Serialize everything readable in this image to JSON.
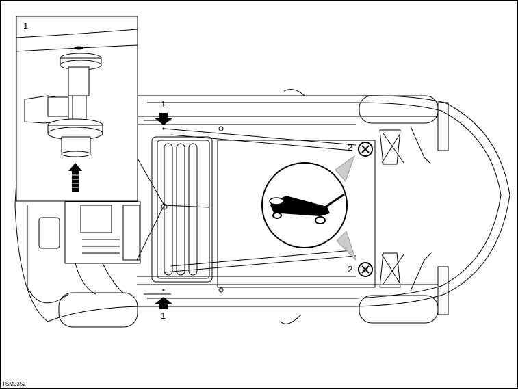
{
  "figure": {
    "code": "TSM0352",
    "inset_callout": "1",
    "callouts": {
      "front_lift_point_top": "1",
      "front_lift_point_bottom": "1",
      "rear_jack_point_top": "2",
      "rear_jack_point_bottom": "2"
    },
    "icons": [
      "floor-jack-icon",
      "arrow-down-icon",
      "arrow-up-icon",
      "cross-circle-icon"
    ]
  }
}
